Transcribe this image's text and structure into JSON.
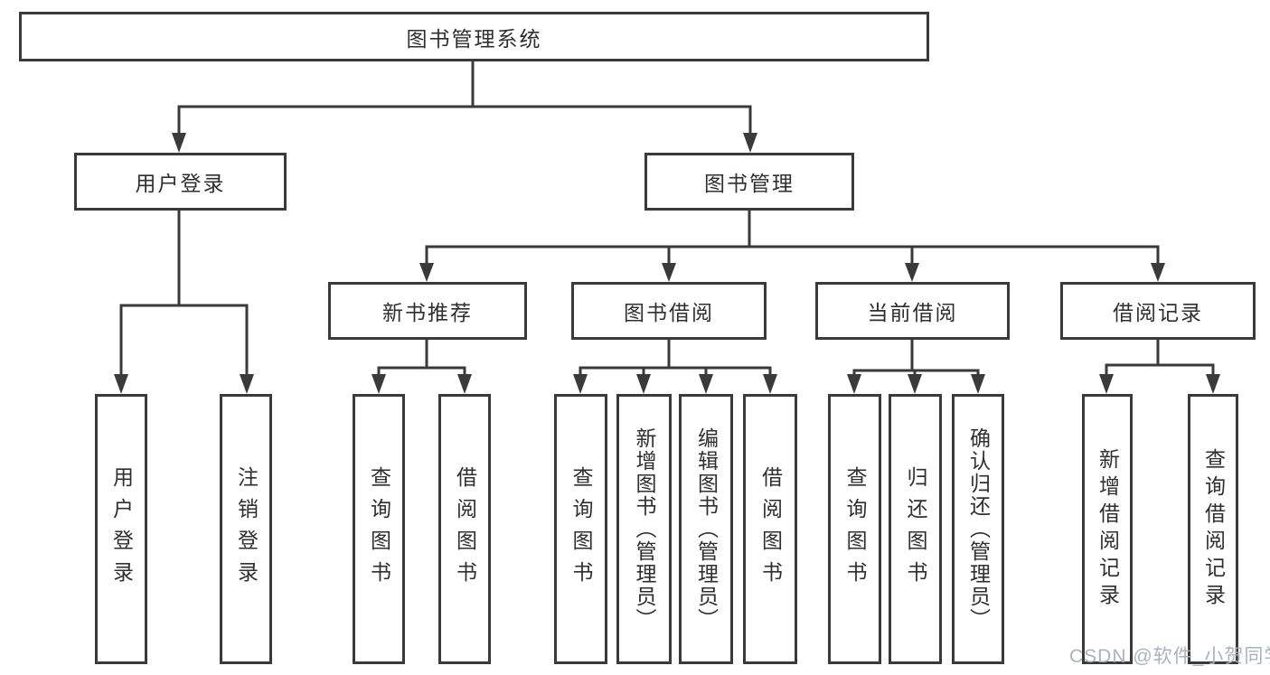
{
  "diagram": {
    "type": "hierarchy-tree",
    "colors": {
      "line": "#3a3a3a",
      "text": "#2f2f2f",
      "background": "#ffffff",
      "watermark": "#aab3bc"
    },
    "watermark": "CSDN @软件_小贺同学",
    "tree": {
      "root": {
        "label": "图书管理系统",
        "children": [
          {
            "label": "用户登录",
            "children": [
              {
                "label": "用户登录"
              },
              {
                "label": "注销登录"
              }
            ]
          },
          {
            "label": "图书管理",
            "children": [
              {
                "label": "新书推荐",
                "children": [
                  {
                    "label": "查询图书"
                  },
                  {
                    "label": "借阅图书"
                  }
                ]
              },
              {
                "label": "图书借阅",
                "children": [
                  {
                    "label": "查询图书"
                  },
                  {
                    "label": "新增图书（管理员）"
                  },
                  {
                    "label": "编辑图书（管理员）"
                  },
                  {
                    "label": "借阅图书"
                  }
                ]
              },
              {
                "label": "当前借阅",
                "children": [
                  {
                    "label": "查询图书"
                  },
                  {
                    "label": "归还图书"
                  },
                  {
                    "label": "确认归还（管理员）"
                  }
                ]
              },
              {
                "label": "借阅记录",
                "children": [
                  {
                    "label": "新增借阅记录"
                  },
                  {
                    "label": "查询借阅记录"
                  }
                ]
              }
            ]
          }
        ]
      }
    }
  }
}
